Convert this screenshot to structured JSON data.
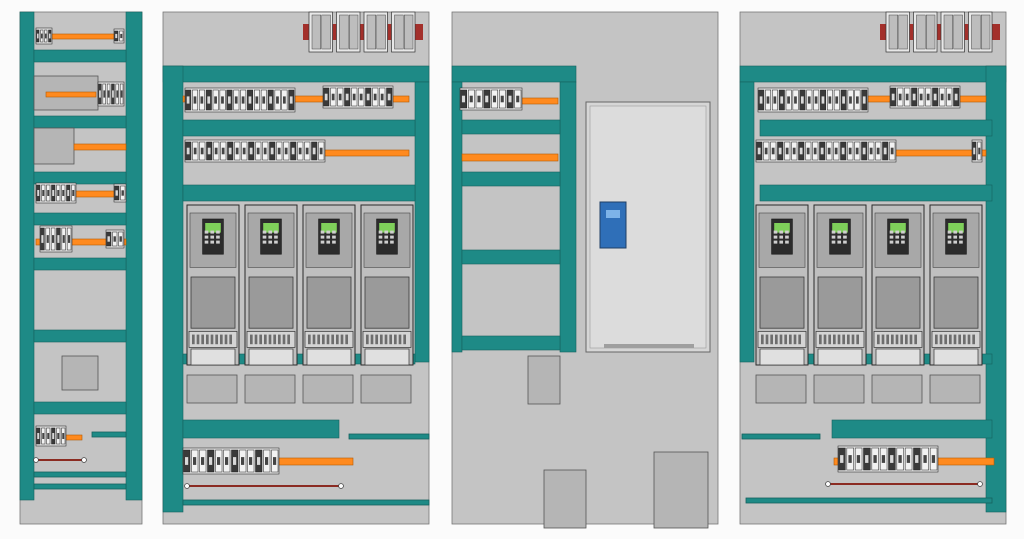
{
  "colors": {
    "background": "#fbfbfb",
    "cabinet": "#c4c4c4",
    "frame": "#1e8a86",
    "frame_dark": "#15615e",
    "duct": "#ff8a1e",
    "duct_edge": "#b35a06",
    "drive_body": "#9a9a9a",
    "drive_dark": "#2c2c2c",
    "drive_screen": "#7fd05a",
    "breaker_red": "#a3302b",
    "keypad_blue": "#2f6fb8",
    "door_panel": "#d6d6d6",
    "wire_red": "#8b2b22"
  },
  "icons": {
    "variable_frequency_drive": "vfd-drive-icon",
    "terminal_block_strip": "terminal-block-icon",
    "circuit_breaker": "circuit-breaker-icon",
    "cable_duct": "cable-duct-icon",
    "door_keypad": "keypad-icon"
  },
  "cabinets": [
    {
      "id": "cabinet-1",
      "drives": 0,
      "breaker_rails": 0
    },
    {
      "id": "cabinet-2",
      "drives": 4,
      "breaker_rails": 1
    },
    {
      "id": "cabinet-3",
      "drives": 0,
      "breaker_rails": 0
    },
    {
      "id": "cabinet-4",
      "drives": 4,
      "breaker_rails": 1
    }
  ]
}
